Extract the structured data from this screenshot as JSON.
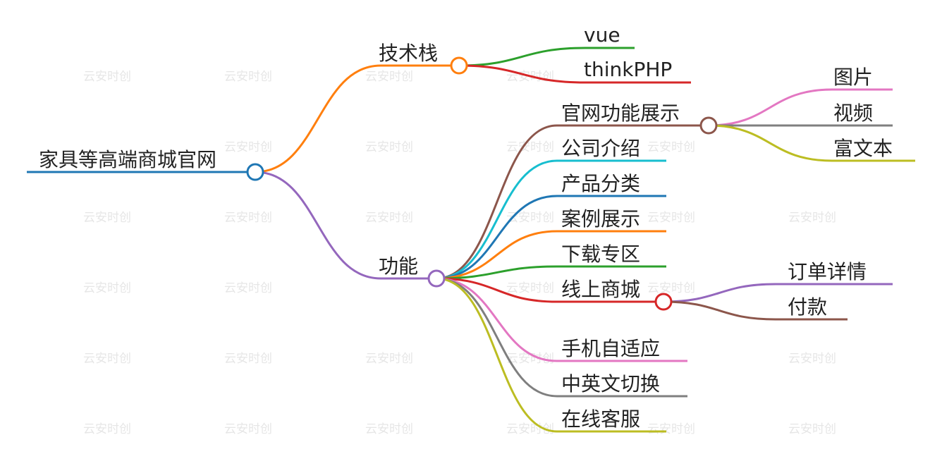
{
  "watermark": "云安时创",
  "root": {
    "label": "家具等高端商城官网"
  },
  "branches": {
    "tech": {
      "label": "技术栈",
      "children": [
        "vue",
        "thinkPHP"
      ]
    },
    "features": {
      "label": "功能",
      "children": [
        {
          "label": "官网功能展示",
          "children": [
            "图片",
            "视频",
            "富文本"
          ]
        },
        {
          "label": "公司介绍"
        },
        {
          "label": "产品分类"
        },
        {
          "label": "案例展示"
        },
        {
          "label": "下载专区"
        },
        {
          "label": "线上商城",
          "children": [
            "订单详情",
            "付款"
          ]
        },
        {
          "label": "手机自适应"
        },
        {
          "label": "中英文切换"
        },
        {
          "label": "在线客服"
        }
      ]
    }
  },
  "colors": {
    "blue": "#1f77b4",
    "orange": "#ff7f0e",
    "green": "#2ca02c",
    "red": "#d62728",
    "purple": "#9467bd",
    "brown": "#8c564b",
    "pink": "#e377c2",
    "gray": "#7f7f7f",
    "olive": "#bcbd22",
    "cyan": "#17becf"
  }
}
